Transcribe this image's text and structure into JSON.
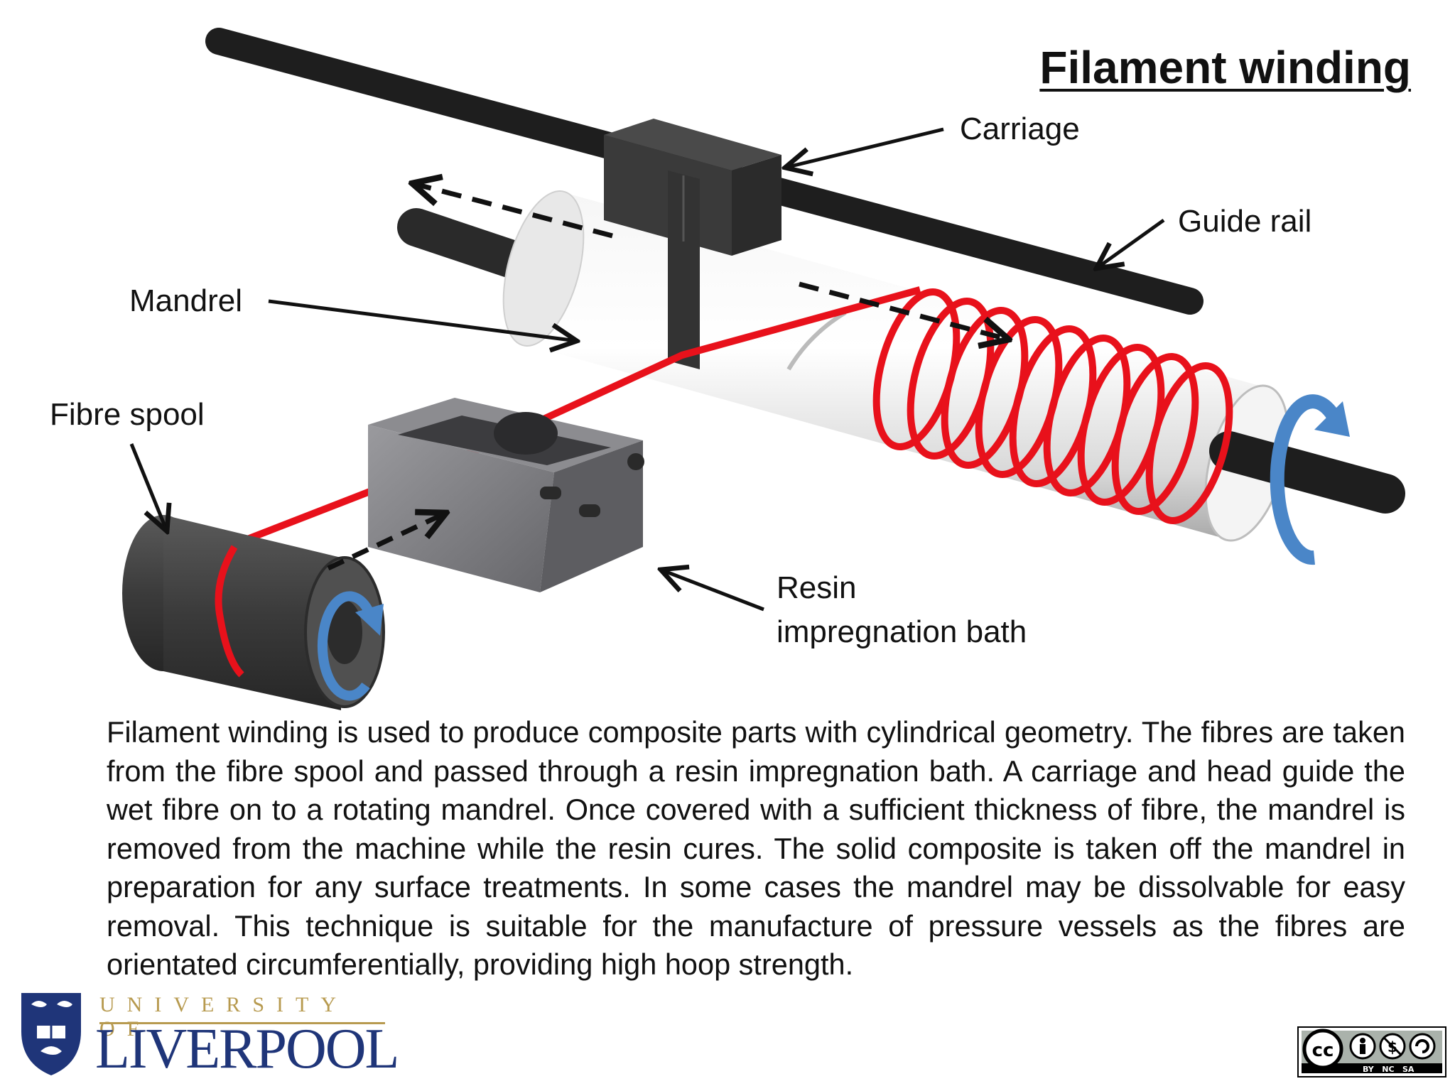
{
  "title": "Filament winding",
  "labels": {
    "carriage": "Carriage",
    "guide_rail": "Guide rail",
    "mandrel": "Mandrel",
    "fibre_spool": "Fibre spool",
    "resin_line1": "Resin",
    "resin_line2": "impregnation bath"
  },
  "description": "Filament winding is used to produce composite parts with cylindrical geometry. The fibres are taken from the fibre spool and passed through a resin impregnation bath. A carriage and head guide the wet fibre on to a rotating mandrel. Once covered with a sufficient  thickness of fibre, the mandrel is removed from the machine while the resin cures. The solid composite is taken off the mandrel in preparation for any surface treatments. In some cases the mandrel may be dissolvable for easy removal. This technique is suitable for the manufacture of pressure vessels as the fibres are orientated circumferentially, providing high hoop strength.",
  "logo": {
    "line1": "UNIVERSITY OF",
    "line2": "LIVERPOOL"
  },
  "license": {
    "badge_text": "BY   NC   SA",
    "badge_cc": "cc"
  },
  "colors": {
    "fibre": "#e8111b",
    "rotation_arrow": "#4a86c8",
    "machine_dark": "#3a3a3a",
    "rail": "#1e1e1e",
    "bath": "#7c7c80",
    "liverpool_blue": "#1f3579",
    "liverpool_gold": "#b79a4f"
  }
}
